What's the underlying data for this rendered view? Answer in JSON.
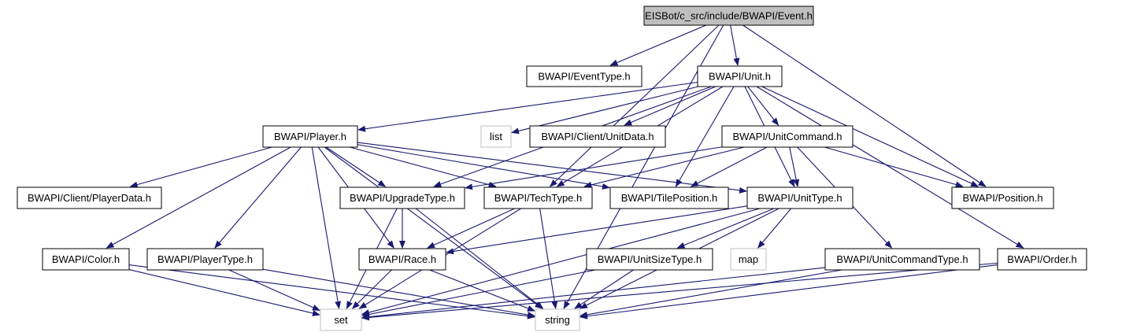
{
  "graph": {
    "edge_color": "#191970",
    "node_fill": "#ffffff",
    "root_fill": "#bfbfbf",
    "external_border": "#bfbfbf",
    "nodes": [
      {
        "id": "event",
        "label": "EISBot/c_src/include/BWAPI/Event.h",
        "kind": "root"
      },
      {
        "id": "eventtype",
        "label": "BWAPI/EventType.h",
        "kind": "header"
      },
      {
        "id": "unit",
        "label": "BWAPI/Unit.h",
        "kind": "header"
      },
      {
        "id": "player",
        "label": "BWAPI/Player.h",
        "kind": "header"
      },
      {
        "id": "list",
        "label": "list",
        "kind": "external"
      },
      {
        "id": "clientunitdata",
        "label": "BWAPI/Client/UnitData.h",
        "kind": "header"
      },
      {
        "id": "unitcommand",
        "label": "BWAPI/UnitCommand.h",
        "kind": "header"
      },
      {
        "id": "playerdata",
        "label": "BWAPI/Client/PlayerData.h",
        "kind": "header"
      },
      {
        "id": "upgradetype",
        "label": "BWAPI/UpgradeType.h",
        "kind": "header"
      },
      {
        "id": "techtype",
        "label": "BWAPI/TechType.h",
        "kind": "header"
      },
      {
        "id": "tileposition",
        "label": "BWAPI/TilePosition.h",
        "kind": "header"
      },
      {
        "id": "unittype",
        "label": "BWAPI/UnitType.h",
        "kind": "header"
      },
      {
        "id": "position",
        "label": "BWAPI/Position.h",
        "kind": "header"
      },
      {
        "id": "color",
        "label": "BWAPI/Color.h",
        "kind": "header"
      },
      {
        "id": "playertype",
        "label": "BWAPI/PlayerType.h",
        "kind": "header"
      },
      {
        "id": "race",
        "label": "BWAPI/Race.h",
        "kind": "header"
      },
      {
        "id": "unitsizetype",
        "label": "BWAPI/UnitSizeType.h",
        "kind": "header"
      },
      {
        "id": "map",
        "label": "map",
        "kind": "external"
      },
      {
        "id": "unitcommandtype",
        "label": "BWAPI/UnitCommandType.h",
        "kind": "header"
      },
      {
        "id": "order",
        "label": "BWAPI/Order.h",
        "kind": "header"
      },
      {
        "id": "set",
        "label": "set",
        "kind": "external"
      },
      {
        "id": "string",
        "label": "string",
        "kind": "external"
      }
    ],
    "edges": [
      [
        "event",
        "eventtype"
      ],
      [
        "event",
        "unit"
      ],
      [
        "event",
        "position"
      ],
      [
        "event",
        "string"
      ],
      [
        "event",
        "techtype"
      ],
      [
        "unit",
        "player"
      ],
      [
        "unit",
        "list"
      ],
      [
        "unit",
        "clientunitdata"
      ],
      [
        "unit",
        "unitcommand"
      ],
      [
        "unit",
        "upgradetype"
      ],
      [
        "unit",
        "techtype"
      ],
      [
        "unit",
        "tileposition"
      ],
      [
        "unit",
        "unittype"
      ],
      [
        "unit",
        "position"
      ],
      [
        "unit",
        "order"
      ],
      [
        "player",
        "playerdata"
      ],
      [
        "player",
        "upgradetype"
      ],
      [
        "player",
        "techtype"
      ],
      [
        "player",
        "tileposition"
      ],
      [
        "player",
        "unittype"
      ],
      [
        "player",
        "color"
      ],
      [
        "player",
        "playertype"
      ],
      [
        "player",
        "race"
      ],
      [
        "player",
        "set"
      ],
      [
        "player",
        "string"
      ],
      [
        "unitcommand",
        "upgradetype"
      ],
      [
        "unitcommand",
        "techtype"
      ],
      [
        "unitcommand",
        "tileposition"
      ],
      [
        "unitcommand",
        "unittype"
      ],
      [
        "unitcommand",
        "position"
      ],
      [
        "unitcommand",
        "unitcommandtype"
      ],
      [
        "upgradetype",
        "race"
      ],
      [
        "upgradetype",
        "set"
      ],
      [
        "upgradetype",
        "string"
      ],
      [
        "techtype",
        "race"
      ],
      [
        "techtype",
        "set"
      ],
      [
        "techtype",
        "string"
      ],
      [
        "unittype",
        "race"
      ],
      [
        "unittype",
        "unitsizetype"
      ],
      [
        "unittype",
        "map"
      ],
      [
        "unittype",
        "set"
      ],
      [
        "unittype",
        "string"
      ],
      [
        "color",
        "set"
      ],
      [
        "color",
        "string"
      ],
      [
        "playertype",
        "set"
      ],
      [
        "playertype",
        "string"
      ],
      [
        "race",
        "set"
      ],
      [
        "race",
        "string"
      ],
      [
        "unitsizetype",
        "set"
      ],
      [
        "unitsizetype",
        "string"
      ],
      [
        "unitcommandtype",
        "set"
      ],
      [
        "unitcommandtype",
        "string"
      ],
      [
        "order",
        "set"
      ],
      [
        "order",
        "string"
      ]
    ]
  }
}
